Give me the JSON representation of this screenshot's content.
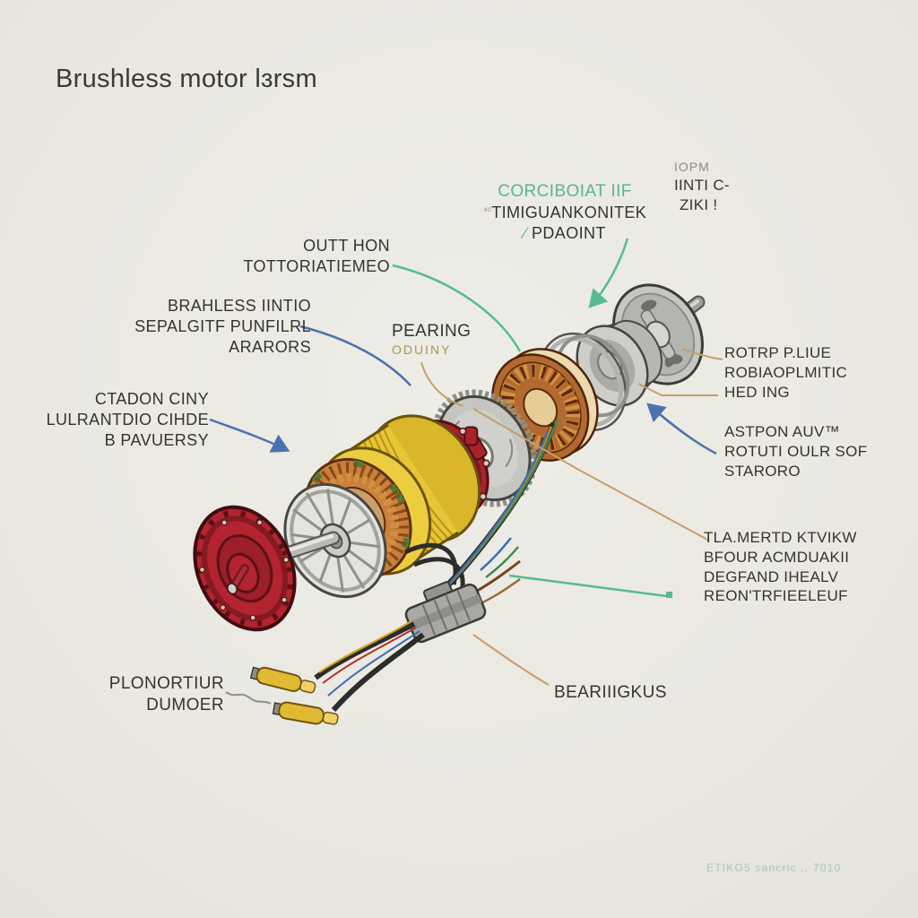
{
  "title": "Brushless motor lɜrsm",
  "labels": {
    "controller": {
      "colored": "CORCIBOIAT IIF",
      "sup": "⁴ᶜ",
      "line2": "TIMIGUANKONITEK",
      "slash": "∕ ",
      "line3": "PDAOINT"
    },
    "top_right": {
      "line1": "IOPM",
      "line2": "IINTI C-",
      "line3": "ZIKI !"
    },
    "outrunner": {
      "line1": "OUTT HON",
      "line2": "TOTTORIATIEMEO"
    },
    "brushless": {
      "line1": "BRAHLESS IINTIO",
      "line2": "SEPALGITF PUNFILRL",
      "line3": "ARARORS"
    },
    "stator_left": {
      "line1": "CTADON CINY",
      "line2": "LULRANTDIO CIHDE",
      "line3": "B PAVUERSY"
    },
    "pearing": {
      "line1": "PEARING",
      "line2": "ODUINY"
    },
    "rotor_right": {
      "line1": "ROTRP P.LIUE",
      "line2": "ROBIAOPLMITIC",
      "line3": "HED ING"
    },
    "stator_right": {
      "line1": "ASTPON AUV™",
      "line2": "ROTUTI OULR SOF",
      "line3": "STARORO"
    },
    "wires_right": {
      "line1": "TLA.MERTD KTVIKW",
      "line2": "BFOUR ACMDUAKII",
      "line3": "DEGFAND IHEALV",
      "line4": "REON'TRFIEELEUF"
    },
    "bearings": {
      "line1": "BEARIIIGKUS"
    },
    "connector": {
      "line1": "PLONORTIUR",
      "line2": "DUMOER"
    }
  },
  "footer": "ETIKO5 sancric ., 7010",
  "colors": {
    "background": "#eae8e1",
    "ink": "#34332d",
    "teal_accent": "#56b690",
    "blue_leader": "#4a72ae",
    "tan_leader": "#c2a06b",
    "tan_text": "#b09355",
    "gray_text": "#8d8d85",
    "footer_text": "#a5c8bc",
    "red_part": "#b32330",
    "copper_part": "#c9803c",
    "yellow_coil": "#e7c636",
    "silver_part": "#c6c6c2"
  },
  "diagram_parts": [
    "red-end-cap",
    "shaft",
    "spoked-wheel",
    "copper-winding-ring",
    "yellow-coil-body",
    "red-housing",
    "gear-disc",
    "stator-ring",
    "bearing-rings",
    "bell-housing",
    "rotor-plate",
    "motor-wires",
    "wire-connector",
    "bullet-connectors"
  ]
}
